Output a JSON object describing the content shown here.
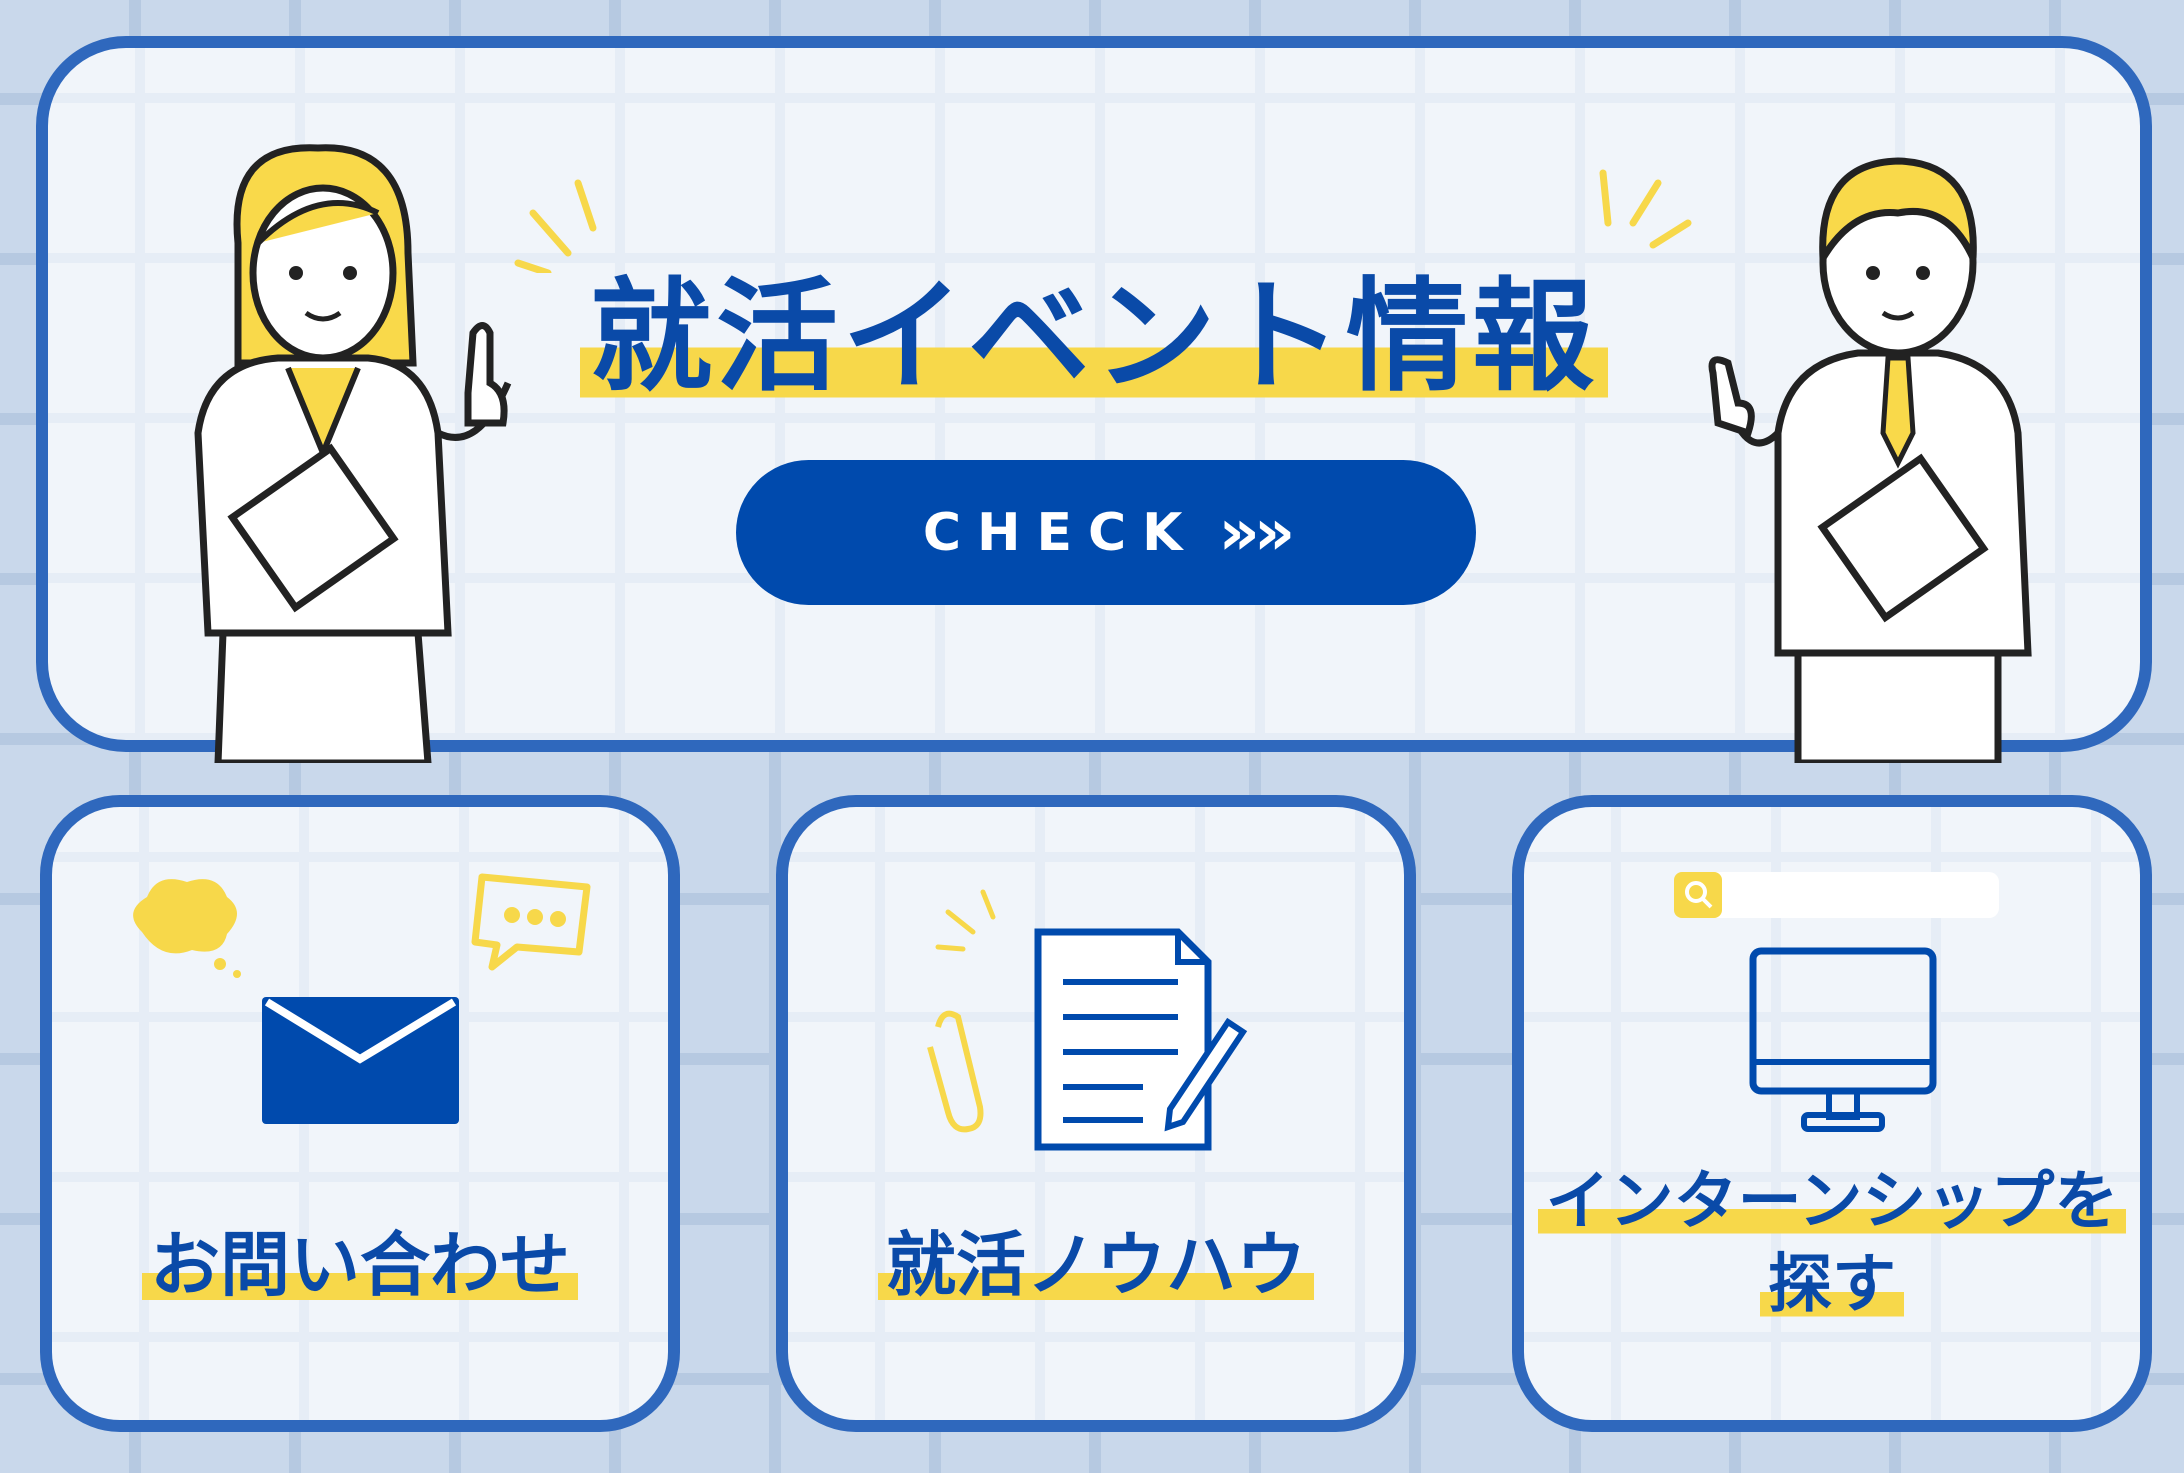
{
  "banner": {
    "title": "就活イベント情報",
    "button_label": "CHECK",
    "button_arrows": "»»"
  },
  "cards": [
    {
      "label": "お問い合わせ",
      "icon": "envelope-icon"
    },
    {
      "label": "就活ノウハウ",
      "icon": "document-icon"
    },
    {
      "label_line1": "インターンシップを",
      "label_line2": "探す",
      "icon": "monitor-icon"
    }
  ],
  "colors": {
    "accent": "#004aad",
    "border": "#2f68bd",
    "highlight": "#f7d84a",
    "background": "#c9d8eb"
  }
}
